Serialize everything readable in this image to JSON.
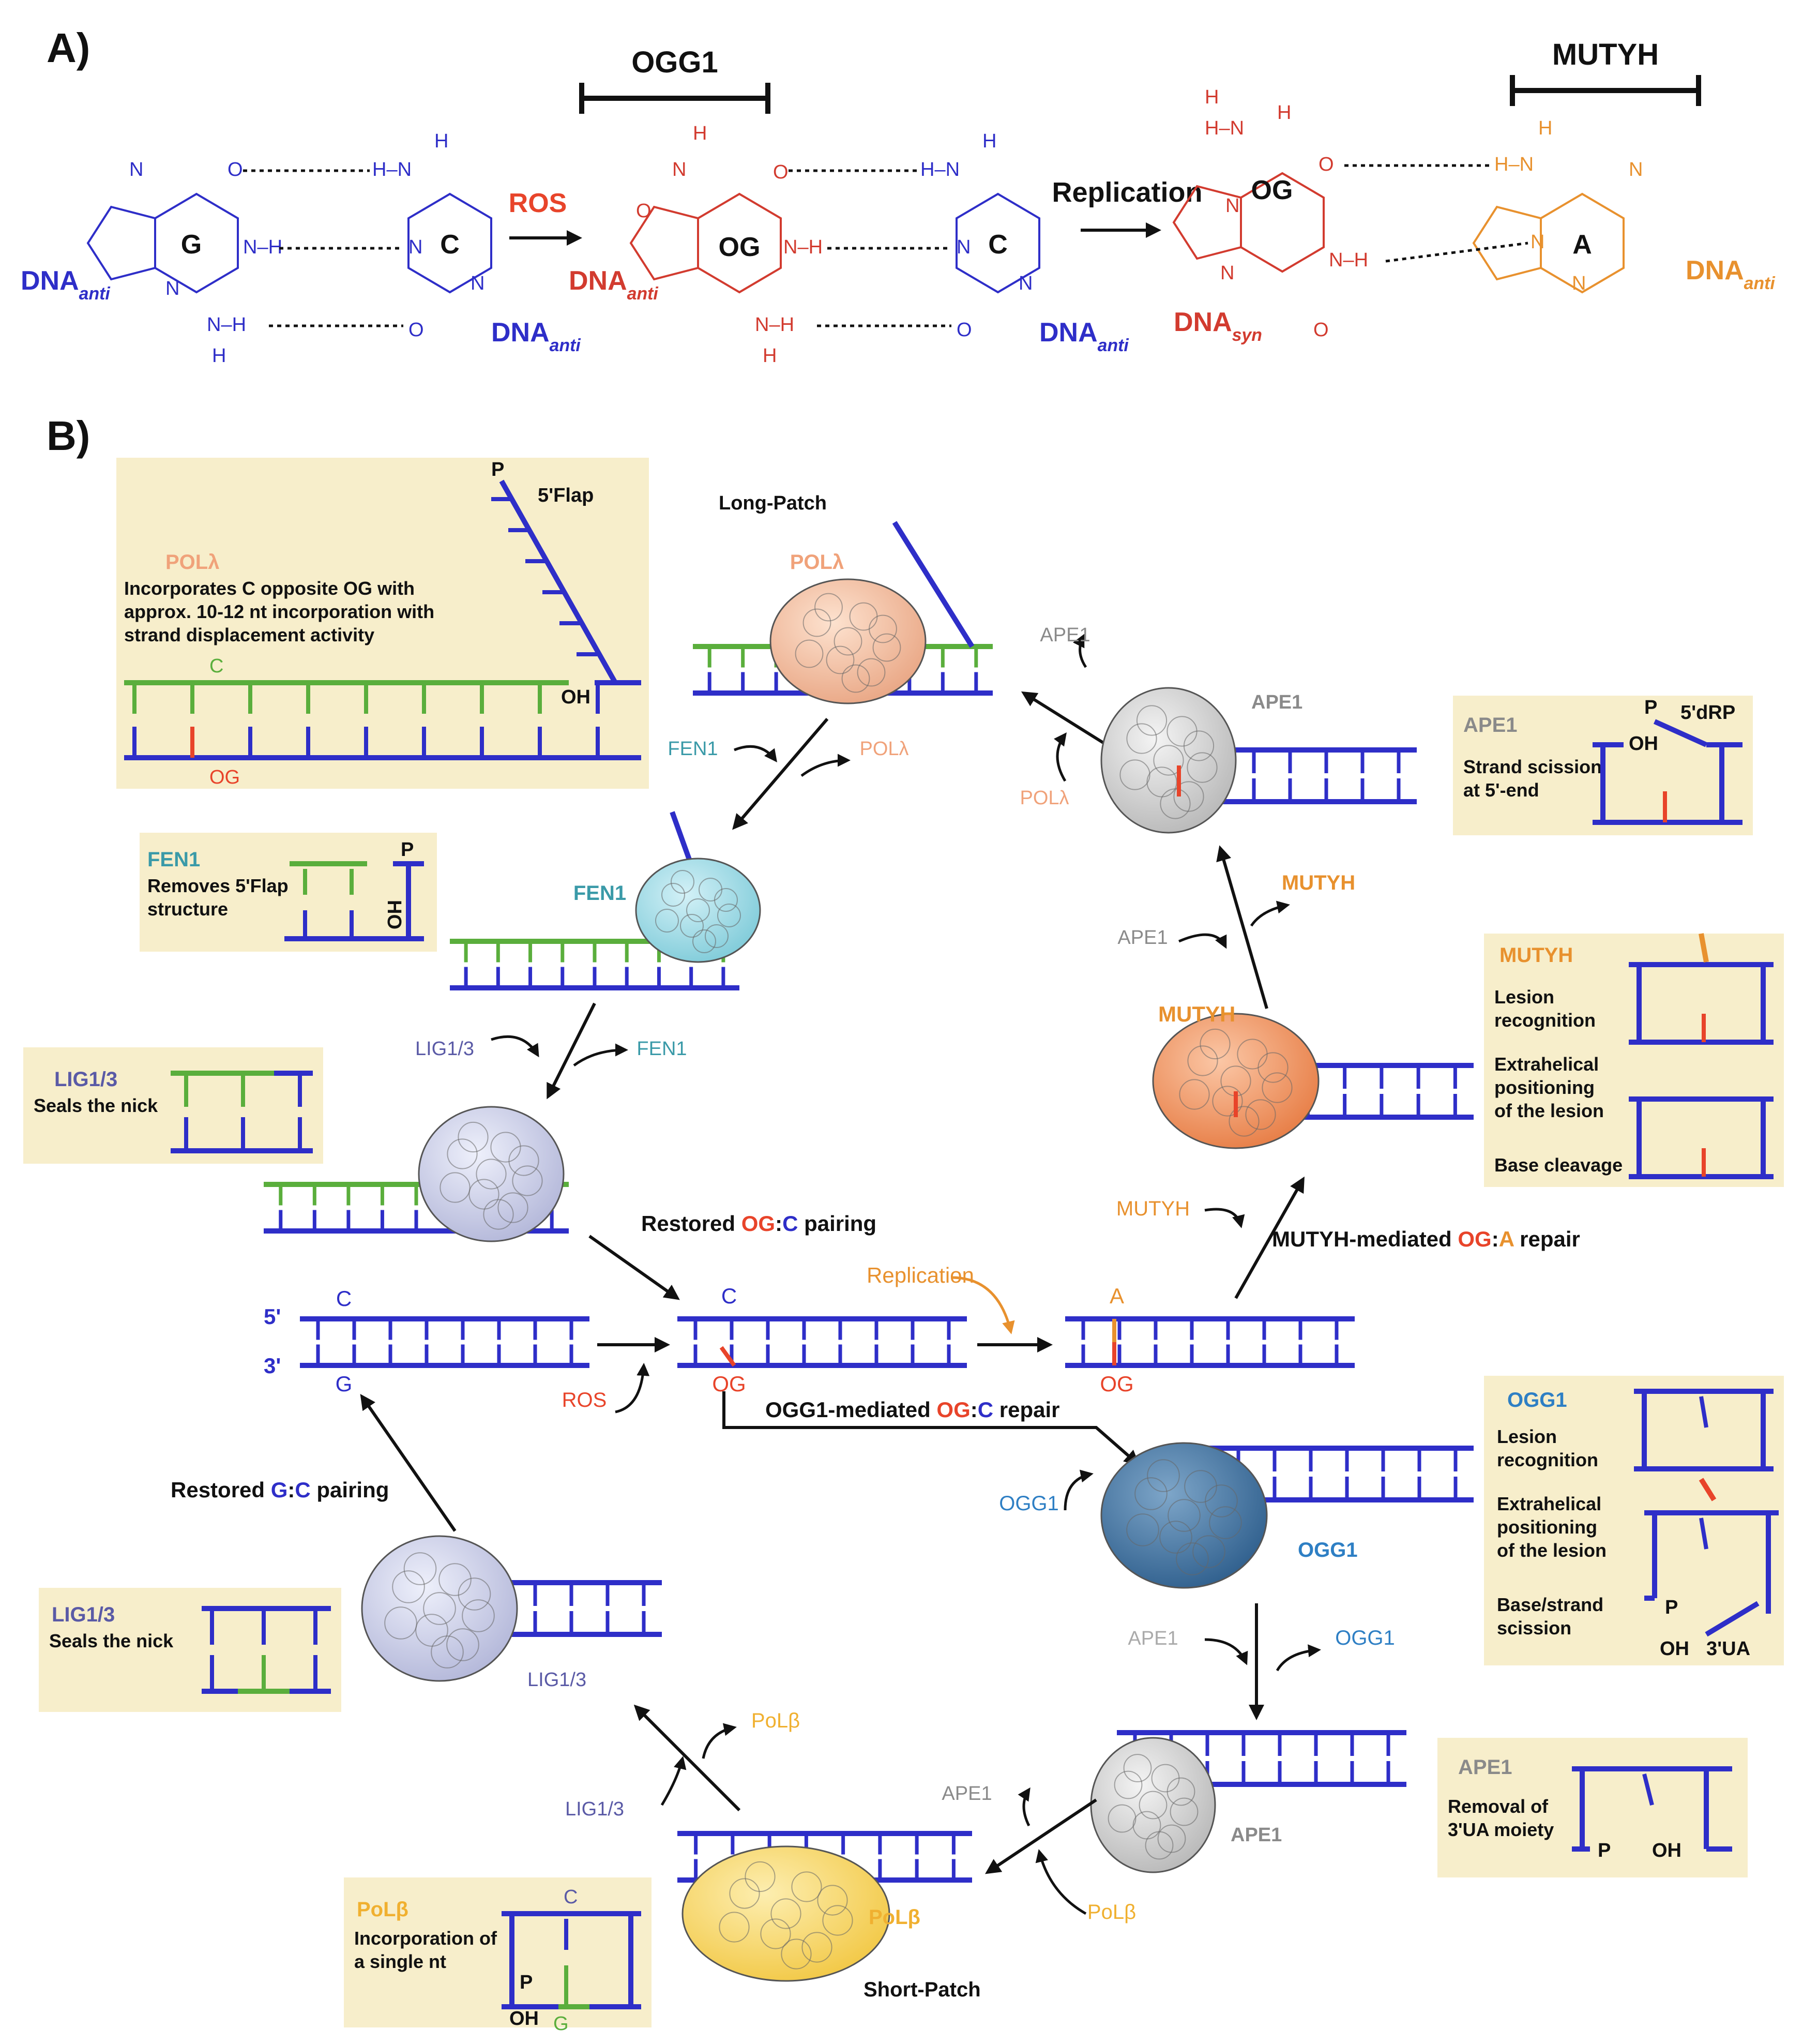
{
  "panel_a": {
    "label": "A)",
    "bracket_ogg1": "OGG1",
    "bracket_mutyh": "MUTYH",
    "arrow_ros": "ROS",
    "arrow_replication": "Replication",
    "pair1": {
      "left_base": "G",
      "right_base": "C",
      "left_dna": "DNA",
      "left_dna_sub": "anti",
      "right_dna": "DNA",
      "right_dna_sub": "anti"
    },
    "pair2": {
      "left_base": "OG",
      "right_base": "C",
      "left_dna": "DNA",
      "left_dna_sub": "anti",
      "right_dna": "DNA",
      "right_dna_sub": "anti"
    },
    "pair3": {
      "left_base": "OG",
      "right_base": "A",
      "left_dna": "DNA",
      "left_dna_sub": "syn",
      "right_dna": "DNA",
      "right_dna_sub": "anti"
    },
    "atoms": {
      "H": "H",
      "N": "N",
      "O": "O",
      "NH": "N–H",
      "HN": "H–N"
    }
  },
  "panel_b": {
    "label": "B)",
    "center": {
      "gc": {
        "top": "C",
        "bottom": "G",
        "five": "5'",
        "three": "3'"
      },
      "ogc": {
        "top": "C",
        "bottom": "OG"
      },
      "oga": {
        "top": "A",
        "bottom": "OG"
      },
      "ros": "ROS",
      "replication": "Replication",
      "ogg1_repair": {
        "pre": "OGG1-mediated ",
        "og": "OG",
        "colon": ":",
        "c": "C",
        "post": " repair"
      },
      "mutyh_repair": {
        "pre": "MUTYH-mediated ",
        "og": "OG",
        "colon": ":",
        "a": "A",
        "post": " repair"
      },
      "restored_ogc": {
        "pre": "Restored ",
        "og": "OG",
        "colon": ":",
        "c": "C",
        "post": " pairing"
      },
      "restored_gc": {
        "pre": "Restored ",
        "g": "G",
        "colon": ":",
        "c": "C",
        "post": " pairing"
      }
    },
    "labels": {
      "long_patch": "Long-Patch",
      "short_patch": "Short-Patch",
      "pol_lambda": "POLλ",
      "fen1": "FEN1",
      "lig13": "LIG1/3",
      "ape1": "APE1",
      "mutyh": "MUTYH",
      "ogg1": "OGG1",
      "pol_beta": "PoLβ"
    },
    "boxes": {
      "pol_lambda": {
        "title": "POLλ",
        "line1": "Incorporates C opposite OG with",
        "line2": "approx. 10-12  nt incorporation with",
        "line3": "strand displacement activity",
        "p": "P",
        "flap": "5'Flap",
        "c": "C",
        "oh": "OH",
        "og": "OG"
      },
      "fen1": {
        "title": "FEN1",
        "line1": "Removes 5'Flap",
        "line2": "structure",
        "p": "P",
        "ho": "HO"
      },
      "lig_top": {
        "title": "LIG1/3",
        "line1": "Seals the nick"
      },
      "lig_bottom": {
        "title": "LIG1/3",
        "line1": "Seals the nick"
      },
      "ape1_top": {
        "title": "APE1",
        "line1": "Strand scission",
        "line2": "at 5'-end",
        "p": "P",
        "drp": "5'dRP",
        "oh": "OH"
      },
      "mutyh": {
        "title": "MUTYH",
        "s1a": "Lesion",
        "s1b": "recognition",
        "s2a": "Extrahelical",
        "s2b": "positioning",
        "s2c": "of the lesion",
        "s3": "Base cleavage"
      },
      "ogg1": {
        "title": "OGG1",
        "s1a": "Lesion",
        "s1b": "recognition",
        "s2a": "Extrahelical",
        "s2b": "positioning",
        "s2c": "of the lesion",
        "s3a": "Base/strand",
        "s3b": "scission",
        "p": "P",
        "oh": "OH",
        "ua": "3'UA"
      },
      "ape1_bottom": {
        "title": "APE1",
        "line1": "Removal of",
        "line2": "3'UA moiety",
        "p": "P",
        "oh": "OH"
      },
      "pol_beta": {
        "title": "PoLβ",
        "line1": "Incorporation of",
        "line2": "a single nt",
        "c": "C",
        "p": "P",
        "oh": "OH",
        "g": "G"
      }
    }
  },
  "colors": {
    "dna_blue": "#2e2ec8",
    "green": "#5aae3c",
    "red": "#e8442a",
    "ogg_red": "#d23b2f",
    "orange": "#e8912e",
    "pol_lambda": "#f0a27a",
    "fen1": "#3a9aa8",
    "lig": "#5a5aa6",
    "ape1": "#8a8a8a",
    "ogg1": "#2e7fc4",
    "pol_beta": "#f0b030",
    "box_bg": "#f7eecb"
  }
}
